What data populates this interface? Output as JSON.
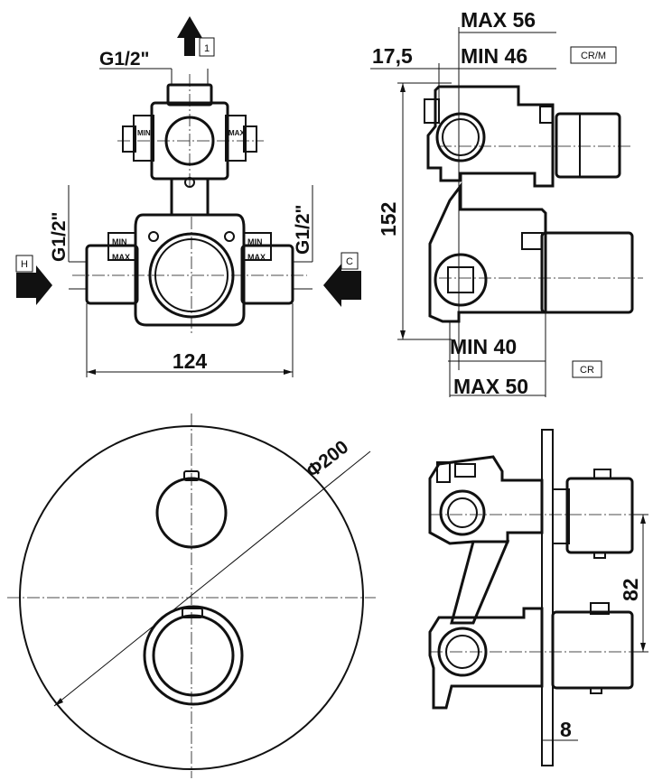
{
  "top_view": {
    "outlet_thread": "G1/2\"",
    "outlet_tag": "1",
    "hot_thread": "G1/2\"",
    "cold_thread": "G1/2\"",
    "hot_tag": "H",
    "cold_tag": "C",
    "width": "124",
    "min_label": "MIN",
    "max_label": "MAX"
  },
  "side_view": {
    "max_depth_top": "MAX 56",
    "min_depth_top": "MIN 46",
    "offset": "17,5",
    "height": "152",
    "min_depth_bottom": "MIN 40",
    "max_depth_bottom": "MAX 50",
    "tag_top": "CR/M",
    "tag_bottom": "CR"
  },
  "front_view": {
    "diameter": "Φ200"
  },
  "installed_view": {
    "spacing": "82",
    "plate_thickness": "8"
  }
}
